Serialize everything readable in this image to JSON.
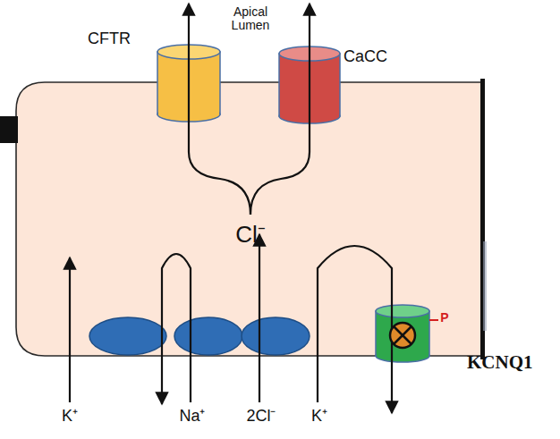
{
  "diagram": {
    "nodes": [
      {
        "text": [
          "CFTR"
        ]
      },
      {
        "text": [
          "CaCC"
        ]
      },
      {
        "text": [
          "KCNQ1"
        ]
      }
    ],
    "labels": [
      "Apical Lumen",
      "Cl⁻",
      "K⁺",
      "Na⁺",
      "2Cl⁻",
      "K⁺",
      "P"
    ]
  }
}
